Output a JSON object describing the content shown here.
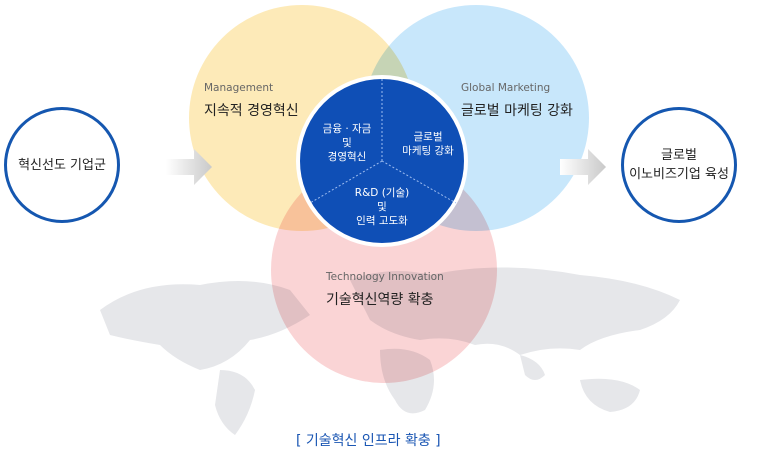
{
  "left_node": {
    "label": "혁신선도 기업군"
  },
  "right_node": {
    "line1": "글로벌",
    "line2": "이노비즈기업 육성"
  },
  "management": {
    "sub": "Management",
    "main": "지속적 경영혁신"
  },
  "global": {
    "sub": "Global Marketing",
    "main": "글로벌 마케팅 강화"
  },
  "technology": {
    "sub": "Technology Innovation",
    "main": "기술혁신역량 확충"
  },
  "center": {
    "finance": {
      "line1": "금융 · 자금",
      "line2": "및",
      "line3": "경영혁신"
    },
    "marketing": {
      "line1": "글로벌",
      "line2": "마케팅 강화"
    },
    "rnd": {
      "line1": "R&D (기술)",
      "line2": "및",
      "line3": "인력 고도화"
    }
  },
  "caption": "[ 기술혁신 인프라 확충 ]",
  "colors": {
    "yellow": "#fde9b4",
    "blue": "#bfe3fb",
    "pink": "#f9c9cb",
    "center": "#0f4fb6",
    "border": "#1557b0"
  }
}
